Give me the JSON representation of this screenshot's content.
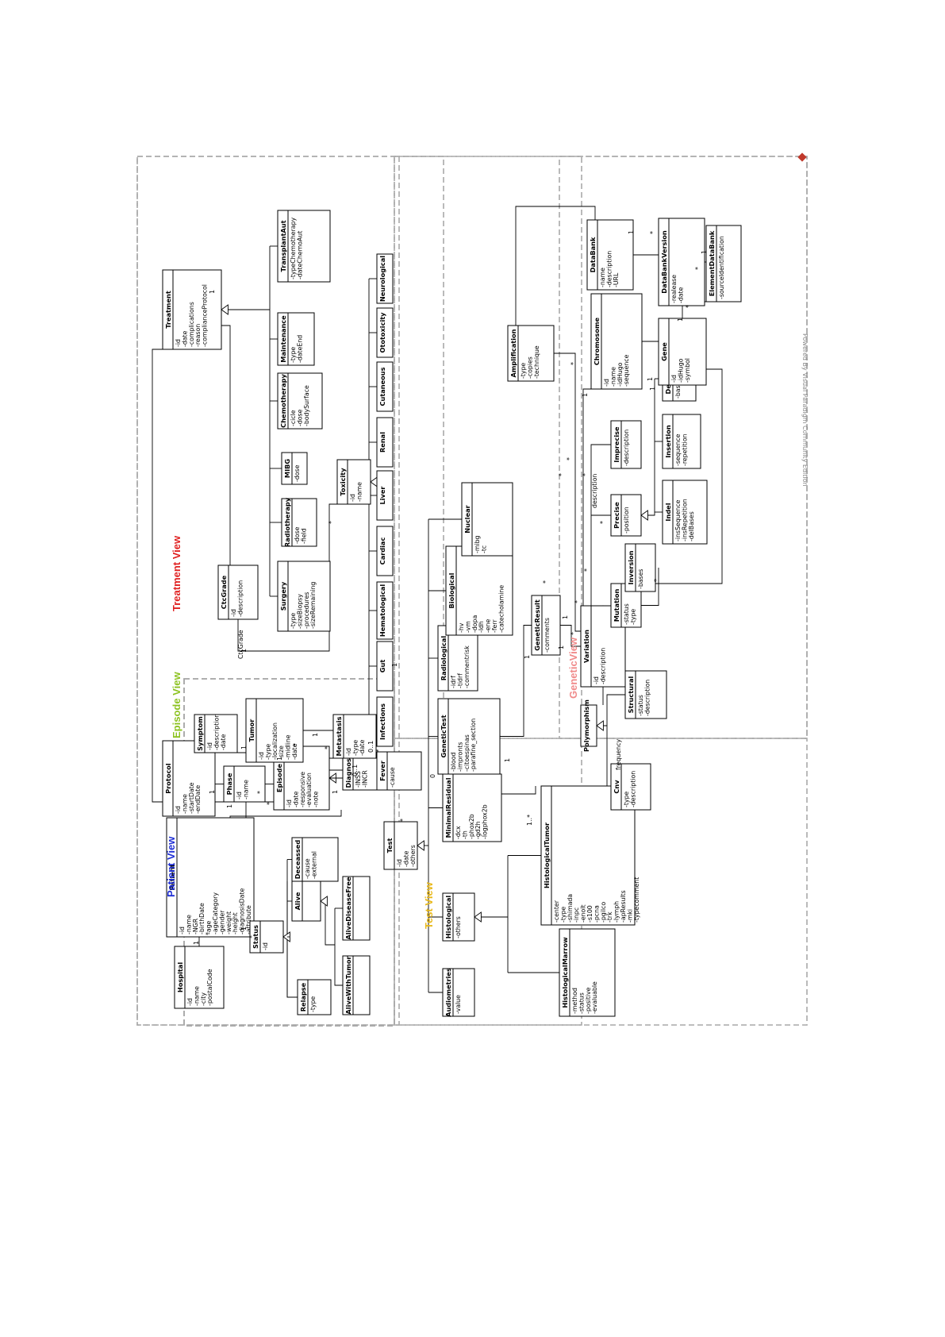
{
  "views": [
    {
      "name": "Patient View",
      "color": "#1f2fd6"
    },
    {
      "name": "Episode View",
      "color": "#8cc21f"
    },
    {
      "name": "Treatment View",
      "color": "#e02020"
    },
    {
      "name": "Test View",
      "color": "#e8b81a"
    },
    {
      "name": "GeneticView",
      "color": "#f08a8a"
    }
  ],
  "classes": [
    {
      "name": "Hospital",
      "attrs": [
        "-id",
        "-name",
        "-city",
        "-postalCode"
      ]
    },
    {
      "name": "Patient",
      "attrs": [
        "-id",
        "-name",
        "-NGR",
        "-birthDate",
        "-age",
        "-ageCategory",
        "-gender",
        "-weight",
        "-height",
        "-diagnosisDate",
        "-attribute"
      ]
    },
    {
      "name": "Status",
      "attrs": [
        "-id"
      ]
    },
    {
      "name": "Relapse",
      "attrs": [
        "-type"
      ]
    },
    {
      "name": "Alive",
      "attrs": []
    },
    {
      "name": "Deceassed",
      "attrs": [
        "-cause",
        "-external"
      ]
    },
    {
      "name": "AliveWithTumor",
      "attrs": []
    },
    {
      "name": "AliveDiseaseFree",
      "attrs": []
    },
    {
      "name": "Protocol",
      "attrs": [
        "-id",
        "-name",
        "-startDate",
        "-endDate"
      ]
    },
    {
      "name": "Phase",
      "attrs": [
        "-id",
        "-name"
      ]
    },
    {
      "name": "Episode",
      "attrs": [
        "-id",
        "-date",
        "-responsive",
        "-evaluation",
        "-note"
      ]
    },
    {
      "name": "Diagnosis",
      "attrs": [
        "-INSS",
        "-INCR"
      ]
    },
    {
      "name": "Symptom",
      "attrs": [
        "-id",
        "-description",
        "-date"
      ]
    },
    {
      "name": "Tumor",
      "attrs": [
        "-id",
        "-type",
        "-localization",
        "-size",
        "-midline",
        "-date"
      ]
    },
    {
      "name": "Metastasis",
      "attrs": [
        "-id",
        "-type",
        "-date"
      ]
    },
    {
      "name": "Treatment",
      "attrs": [
        "-id",
        "-date",
        "-complications",
        "-reason",
        "-complianceProtocol"
      ]
    },
    {
      "name": "CtcGrade",
      "attrs": [
        "-id",
        "-description"
      ]
    },
    {
      "name": "Surgery",
      "attrs": [
        "-type",
        "-sizeBiopsy",
        "-procedures",
        "-sizeRemaining"
      ]
    },
    {
      "name": "Radiotherapy",
      "attrs": [
        "-dose",
        "-field"
      ]
    },
    {
      "name": "MIBG",
      "attrs": [
        "-dose"
      ]
    },
    {
      "name": "Chemotherapy",
      "attrs": [
        "-cicle",
        "-dose",
        "-bodySurface"
      ]
    },
    {
      "name": "Maintenance",
      "attrs": [
        "-type",
        "-dateEnd"
      ]
    },
    {
      "name": "TransplantAut",
      "attrs": [
        "-typeChemotherapy",
        "-dateChemoAut"
      ]
    },
    {
      "name": "Toxicity",
      "attrs": [
        "-id",
        "-name"
      ]
    },
    {
      "name": "Fever",
      "attrs": [
        "-cause"
      ]
    },
    {
      "name": "Infections",
      "attrs": []
    },
    {
      "name": "Gut",
      "attrs": []
    },
    {
      "name": "Hematological",
      "attrs": []
    },
    {
      "name": "Cardiac",
      "attrs": []
    },
    {
      "name": "Liver",
      "attrs": []
    },
    {
      "name": "Renal",
      "attrs": []
    },
    {
      "name": "Cutaneous",
      "attrs": []
    },
    {
      "name": "Ototoxicity",
      "attrs": []
    },
    {
      "name": "Neurological",
      "attrs": []
    },
    {
      "name": "Test",
      "attrs": [
        "-id",
        "-date",
        "-others"
      ]
    },
    {
      "name": "Audiometries",
      "attrs": [
        "-value"
      ]
    },
    {
      "name": "Histological",
      "attrs": [
        "-others"
      ]
    },
    {
      "name": "HistologicalMarrow",
      "attrs": [
        "-method",
        "-status",
        "-positive",
        "-evaluable"
      ]
    },
    {
      "name": "HistologicalTumor",
      "attrs": [
        "-center",
        "-type",
        "-shimada",
        "-inpc",
        "-enolt",
        "-s100",
        "-pcna",
        "-pgilco",
        "-trk",
        "-lymph",
        "-apResults",
        "-mki",
        "-typecomment"
      ]
    },
    {
      "name": "MinimalResidual",
      "attrs": [
        "-dcx",
        "-th",
        "-phox2b",
        "-gd2h",
        "-logphox2b"
      ]
    },
    {
      "name": "GeneticTest",
      "attrs": [
        "-blood",
        "-impronts",
        "-citoespinas",
        "-parafine_section"
      ]
    },
    {
      "name": "Radiological",
      "attrs": [
        "-idrf",
        "-tidrf",
        "-commentrisk"
      ]
    },
    {
      "name": "Biological",
      "attrs": [
        "-hv",
        "-vm",
        "-dopa",
        "-ldh",
        "-ene",
        "-ferr",
        "-catecholamine"
      ]
    },
    {
      "name": "Nuclear",
      "attrs": [
        "-mibg",
        "-tc"
      ]
    },
    {
      "name": "GeneticResult",
      "attrs": [
        "-comments"
      ]
    },
    {
      "name": "Variation",
      "attrs": [
        "-id",
        "-description"
      ]
    },
    {
      "name": "Polymorphism",
      "attrs": []
    },
    {
      "name": "Cnv",
      "attrs": [
        "-type",
        "-description"
      ]
    },
    {
      "name": "Structural",
      "attrs": [
        "-status",
        "-description"
      ]
    },
    {
      "name": "Mutation",
      "attrs": [
        "-status",
        "-type"
      ]
    },
    {
      "name": "Inversion",
      "attrs": [
        "-bases"
      ]
    },
    {
      "name": "Precise",
      "attrs": [
        "-position"
      ]
    },
    {
      "name": "Imprecise",
      "attrs": [
        "-description"
      ]
    },
    {
      "name": "Indel",
      "attrs": [
        "-insSequence",
        "-insRepetition",
        "-delBases"
      ]
    },
    {
      "name": "Insertion",
      "attrs": [
        "-sequence",
        "-repetition"
      ]
    },
    {
      "name": "Deletion",
      "attrs": [
        "-bases"
      ]
    },
    {
      "name": "Amplification",
      "attrs": [
        "-type",
        "-copies",
        "-technique"
      ]
    },
    {
      "name": "Chromosome",
      "attrs": [
        "-id",
        "-name",
        "-idHugo",
        "-sequence"
      ]
    },
    {
      "name": "Gene",
      "attrs": [
        "-id",
        "-idHugo",
        "-symbol"
      ]
    },
    {
      "name": "DataBank",
      "attrs": [
        "-name",
        "-description",
        "-URL"
      ]
    },
    {
      "name": "DataBankVersion",
      "attrs": [
        "-realease",
        "-date"
      ]
    },
    {
      "name": "ElementDataBank",
      "attrs": [
        "-sourceIdentification"
      ]
    }
  ],
  "labels": {
    "ctcgrade_role": "CtcGrade",
    "frequency": "frequency",
    "description_role": "description",
    "watermark": "Powered By Visual Paradigm Community Edition"
  },
  "multiplicities": [
    "1",
    "*",
    "*",
    "1",
    "1",
    "*",
    "1",
    "*",
    "1",
    "*",
    "0..1",
    "1",
    "*",
    "1",
    "1",
    "0..1",
    "0",
    "1",
    "1..*",
    "1",
    "1",
    "*",
    "1",
    "*",
    "*",
    "*",
    "*",
    "*",
    "1",
    "1",
    "1",
    "*",
    "1",
    "*",
    "1",
    "*",
    "1",
    "*",
    "1",
    "1",
    "*",
    "1",
    "*",
    "*",
    "*",
    "*"
  ]
}
